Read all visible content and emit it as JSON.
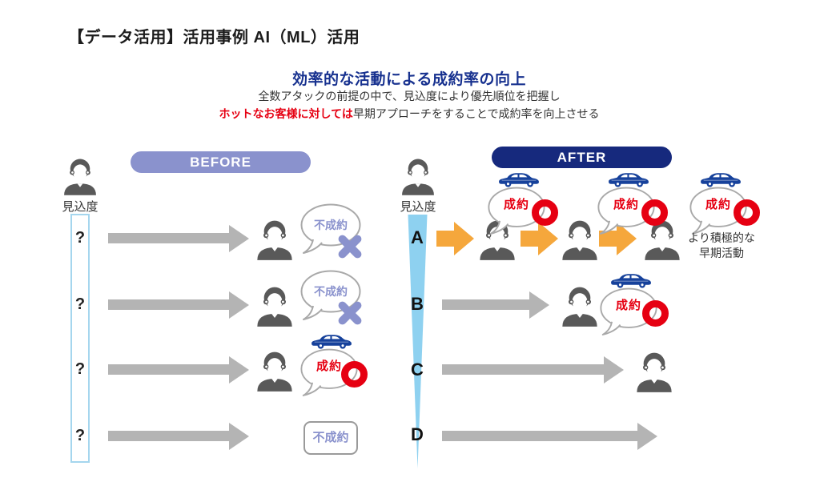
{
  "page_title": "【データ活用】活用事例 AI（ML）活用",
  "headline": {
    "title": "効率的な活動による成約率の向上",
    "subtitle_line1": "全数アタックの前提の中で、見込度により優先順位を把握し",
    "subtitle_line2_highlight": "ホットなお客様に対しては",
    "subtitle_line2_rest": "早期アプローチをすることで成約率を向上させる"
  },
  "labels": {
    "prospect": "見込度",
    "success": "成約",
    "fail": "不成約"
  },
  "before": {
    "title": "BEFORE",
    "grades": [
      "?",
      "?",
      "?",
      "?"
    ],
    "row_results": [
      "不成約",
      "不成約",
      "成約",
      "不成約"
    ]
  },
  "after": {
    "title": "AFTER",
    "grades": [
      "A",
      "B",
      "C",
      "D"
    ],
    "note_line1": "より積極的な",
    "note_line2": "早期活動",
    "row_results": [
      "成約×3",
      "成約",
      "",
      ""
    ]
  },
  "icons": {
    "person": "person-bust",
    "car": "car-side-view",
    "success_mark": "red-ring-circle",
    "fail_mark": "purple-x-mark",
    "bubble": "speech-bubble",
    "prospect_funnel": "blue-downward-triangle"
  },
  "colors": {
    "before_pill": "#8a92cd",
    "after_pill": "#16297d",
    "headline_blue": "#17318f",
    "accent_red": "#e60012",
    "arrow_gray": "#b4b4b4",
    "arrow_orange": "#f5a73c",
    "funnel_blue": "#8ed1f0",
    "fail_purple": "#8a92cd",
    "person_gray": "#595959",
    "car_blue": "#16419b",
    "prospect_box_border": "#a5d6ee"
  }
}
